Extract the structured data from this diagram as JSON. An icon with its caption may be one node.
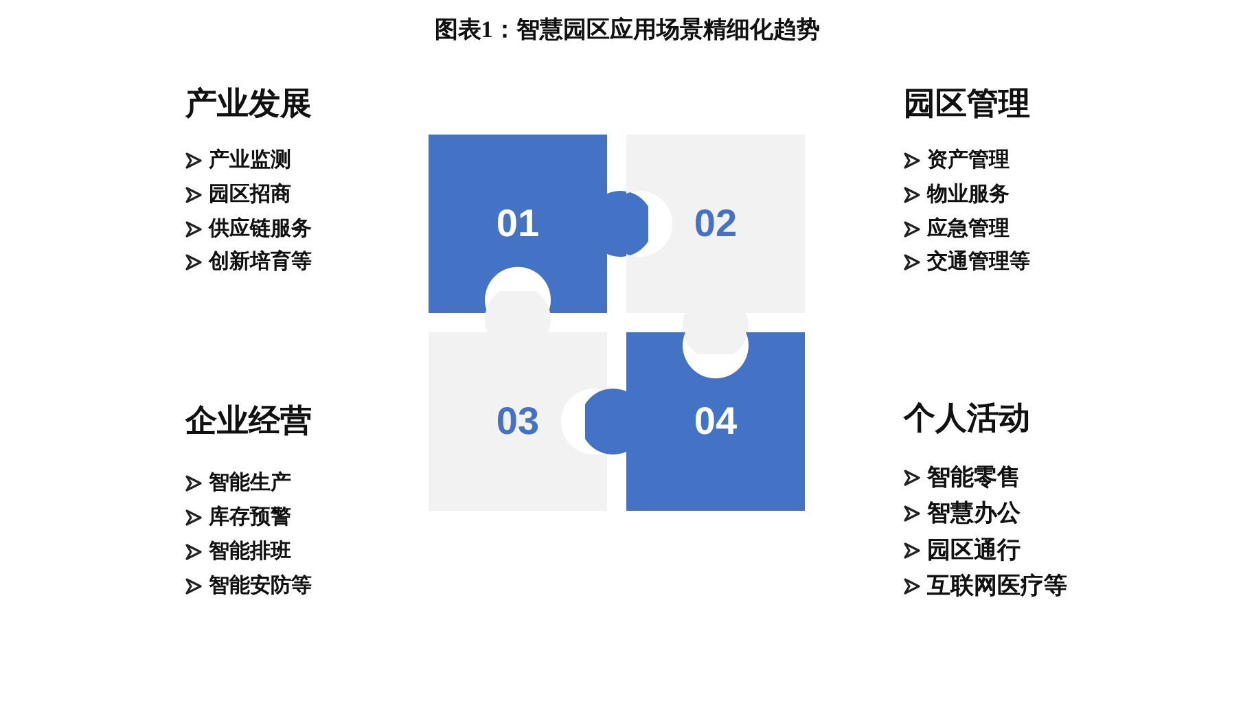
{
  "diagram": {
    "title": "图表1：智慧园区应用场景精细化趋势",
    "nodes": [
      {
        "text": [
          "01"
        ]
      },
      {
        "text": [
          "02"
        ]
      },
      {
        "text": [
          "03"
        ]
      },
      {
        "text": [
          "04"
        ]
      }
    ],
    "labels": [
      "产业发展",
      "产业监测",
      "园区招商",
      "供应链服务",
      "创新培育等",
      "园区管理",
      "资产管理",
      "物业服务",
      "应急管理",
      "交通管理等",
      "企业经营",
      "智能生产",
      "库存预警",
      "智能排班",
      "智能安防等",
      "个人活动",
      "智能零售",
      "智慧办公",
      "园区通行",
      "互联网医疗等"
    ]
  }
}
